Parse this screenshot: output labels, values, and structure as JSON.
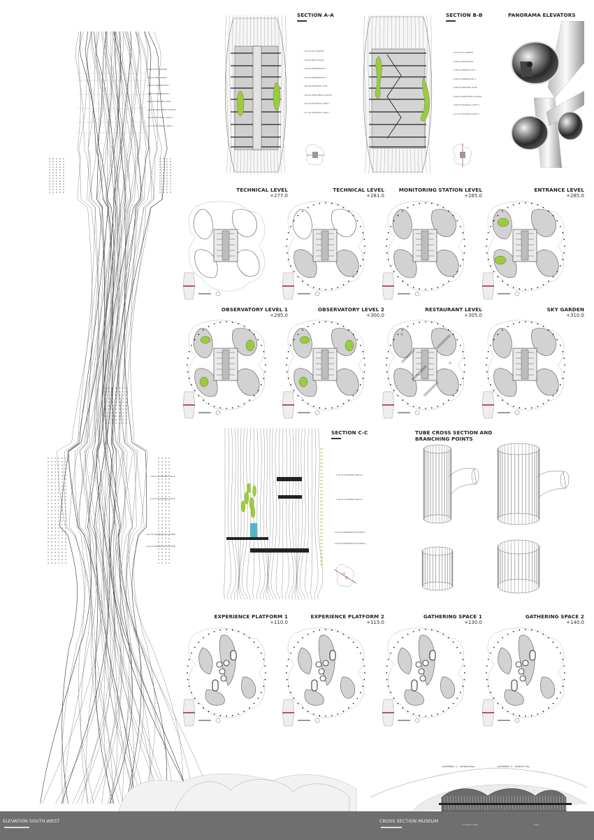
{
  "sheet": {
    "elevation_caption": "ELEVATION SOUTH-WEST",
    "museum_caption": "CROSS SECTION MUSEUM",
    "museum_labels": [
      "museum lobby",
      "shop"
    ],
    "museum_top_labels": [
      "exhibition 1 - introduction",
      "exhibition 2 - historic city"
    ]
  },
  "elevation": {
    "upper_labels": [
      "+310.00  SKY GARDEN",
      "+305.00  RESTAURANT",
      "+300.00  OBSERVATORY 1",
      "+295.00  OBSERVATORY 2",
      "+285.00  ENTRANCE LEVEL",
      "+285.00  MONITORING STATION",
      "+281.00  TECHNICAL LEVEL 2",
      "+277.00  TECHNICAL LEVEL 1"
    ],
    "lower_labels": [
      "+140.00  GATHERING SPACE",
      "+130.00  GATHERING SPACE",
      "+115.00  EXPERIENCE PLATFORM",
      "+110.00  EXPERIENCE PLATFORM"
    ]
  },
  "sections": {
    "a": {
      "title": "SECTION A-A",
      "labels": [
        "+310.00  SKY GARDEN",
        "+305.00  RESTAURANT",
        "+300.00  OBSERVATORY 1",
        "+295.00  OBSERVATORY 2",
        "+285.00  ENTRANCE LEVEL",
        "+285.00  MONITORING STATION",
        "+281.00  TECHNICAL LEVEL 2",
        "+277.00  TECHNICAL LEVEL 1"
      ]
    },
    "b": {
      "title": "SECTION B-B",
      "labels": [
        "+310.00  SKY GARDEN",
        "+305.00  RESTAURANT",
        "+300.00  OBSERVATORY 1",
        "+295.00  OBSERVATORY 2",
        "+285.00  ENTRANCE LEVEL",
        "+285.00  MONITORING STATION",
        "+281.00  TECHNICAL LEVEL 2",
        "+277.00  TECHNICAL LEVEL 1"
      ]
    },
    "c": {
      "title": "SECTION C-C",
      "labels": [
        "+140.00  GATHERING SPACE 2",
        "+130.00  GATHERING SPACE 1",
        "+115.00  EXPERIENCE PLATFORM 2",
        "+110.00  EXPERIENCE PLATFORM 1"
      ]
    }
  },
  "panorama": {
    "title": "PANORAMA ELEVATORS"
  },
  "tube": {
    "title_line1": "TUBE CROSS SECTION AND",
    "title_line2": "BRANCHING POINTS"
  },
  "plans_row1": [
    {
      "name": "TECHNICAL LEVEL",
      "level": "+277.0"
    },
    {
      "name": "TECHNICAL LEVEL",
      "level": "+281.0"
    },
    {
      "name": "MONITORING STATION LEVEL",
      "level": "+285.0"
    },
    {
      "name": "ENTRANCE LEVEL",
      "level": "+285.0"
    }
  ],
  "plans_row2": [
    {
      "name": "OBSERVATORY LEVEL 1",
      "level": "+295.0"
    },
    {
      "name": "OBSERVATORY LEVEL 2",
      "level": "+300.0"
    },
    {
      "name": "RESTAURANT LEVEL",
      "level": "+305.0"
    },
    {
      "name": "SKY GARDEN",
      "level": "+310.0"
    }
  ],
  "plans_row3": [
    {
      "name": "EXPERIENCE PLATFORM 1",
      "level": "+110.0"
    },
    {
      "name": "EXPERIENCE PLATFORM 2",
      "level": "+115.0"
    },
    {
      "name": "GATHERING SPACE 1",
      "level": "+130.0"
    },
    {
      "name": "GATHERING SPACE 2",
      "level": "+140.0"
    }
  ],
  "colors": {
    "accent_green": "#9bcc3a",
    "accent_magenta": "#a01858",
    "accent_cyan": "#37a9c6",
    "caption_bar": "#6f6f6f"
  }
}
